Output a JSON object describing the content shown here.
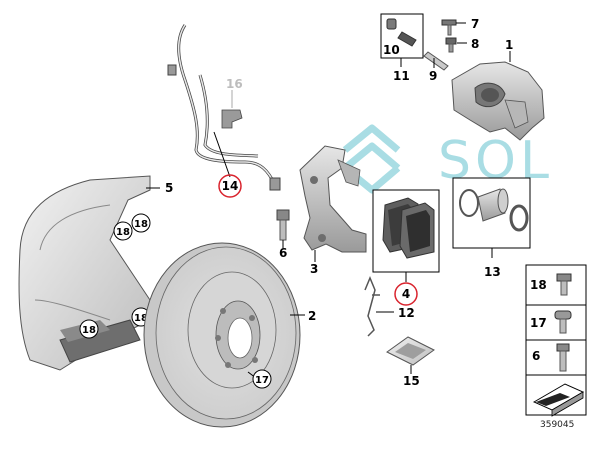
{
  "diagram": {
    "callouts": {
      "c1": "1",
      "c2": "2",
      "c3": "3",
      "c4": "4",
      "c5": "5",
      "c6": "6",
      "c7": "7",
      "c8": "8",
      "c9": "9",
      "c10": "10",
      "c11": "11",
      "c12": "12",
      "c13": "13",
      "c14": "14",
      "c15": "15",
      "c16": "16"
    },
    "circled": {
      "r18a": "18",
      "r18b": "18",
      "r18c": "18",
      "r18d": "18",
      "r17": "17"
    },
    "legend": {
      "l18": "18",
      "l17": "17",
      "l6": "6"
    },
    "reference_number": "359045",
    "watermark": "SOL",
    "highlight_color": "#d9232d",
    "watermark_color": "#a9dde4"
  }
}
